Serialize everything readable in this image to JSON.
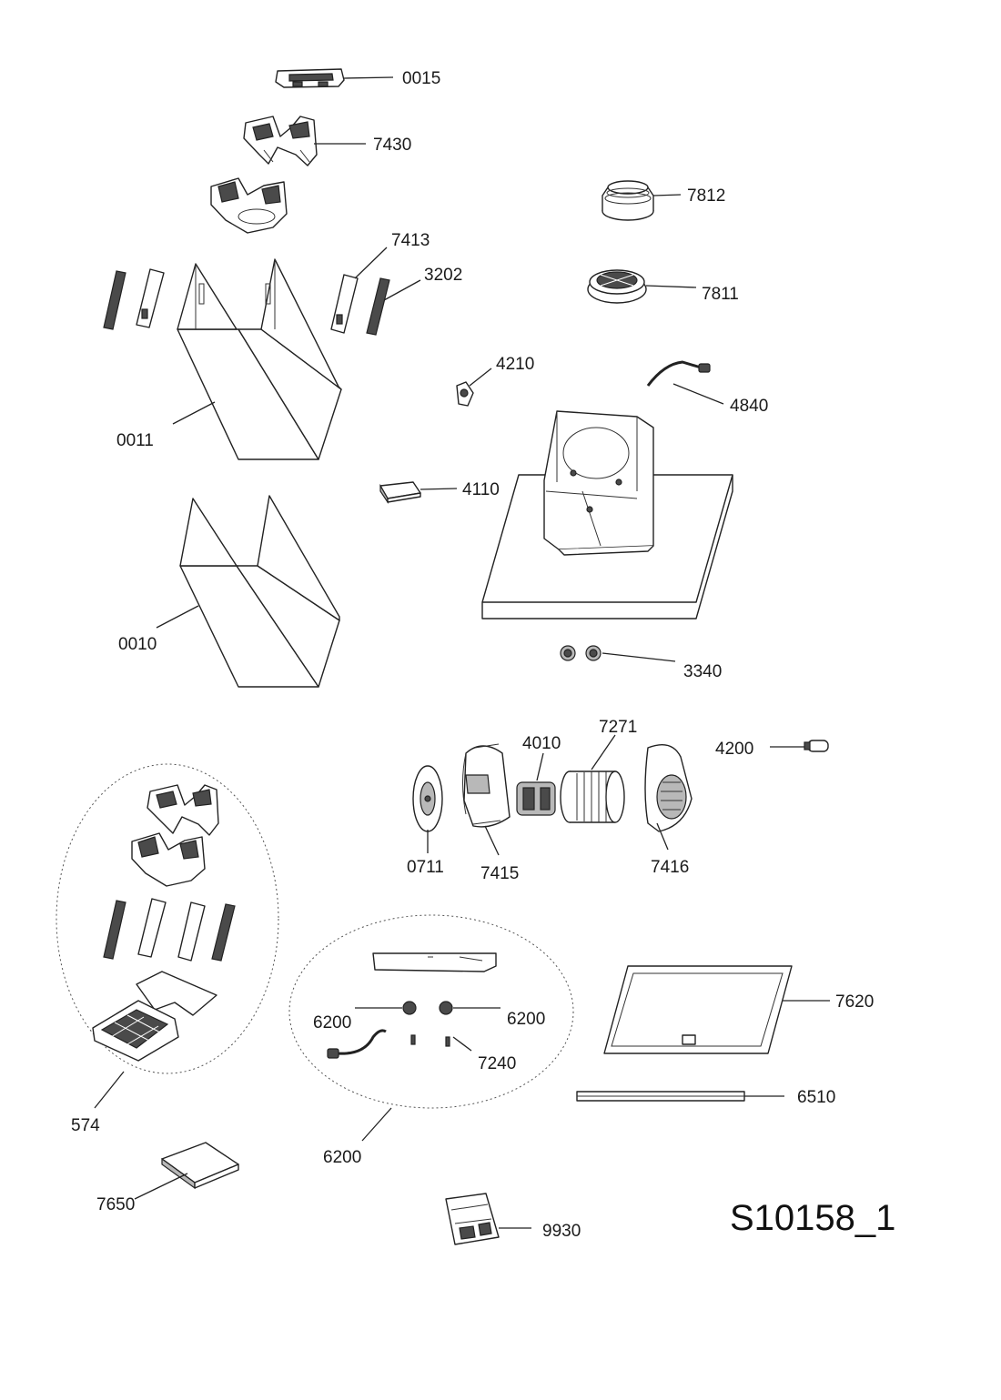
{
  "diagram_code": "S10158_1",
  "labels": {
    "l0015": "0015",
    "l7430": "7430",
    "l7812": "7812",
    "l7413": "7413",
    "l3202": "3202",
    "l7811": "7811",
    "l4210": "4210",
    "l4840": "4840",
    "l0011": "0011",
    "l4110": "4110",
    "l0010": "0010",
    "l3340": "3340",
    "l7271": "7271",
    "l4010": "4010",
    "l4200": "4200",
    "l0711": "0711",
    "l7415": "7415",
    "l7416": "7416",
    "l6200a": "6200",
    "l6200b": "6200",
    "l7240": "7240",
    "l7620": "7620",
    "l6510": "6510",
    "l574": "574",
    "l6200c": "6200",
    "l7650": "7650",
    "l9930": "9930"
  }
}
